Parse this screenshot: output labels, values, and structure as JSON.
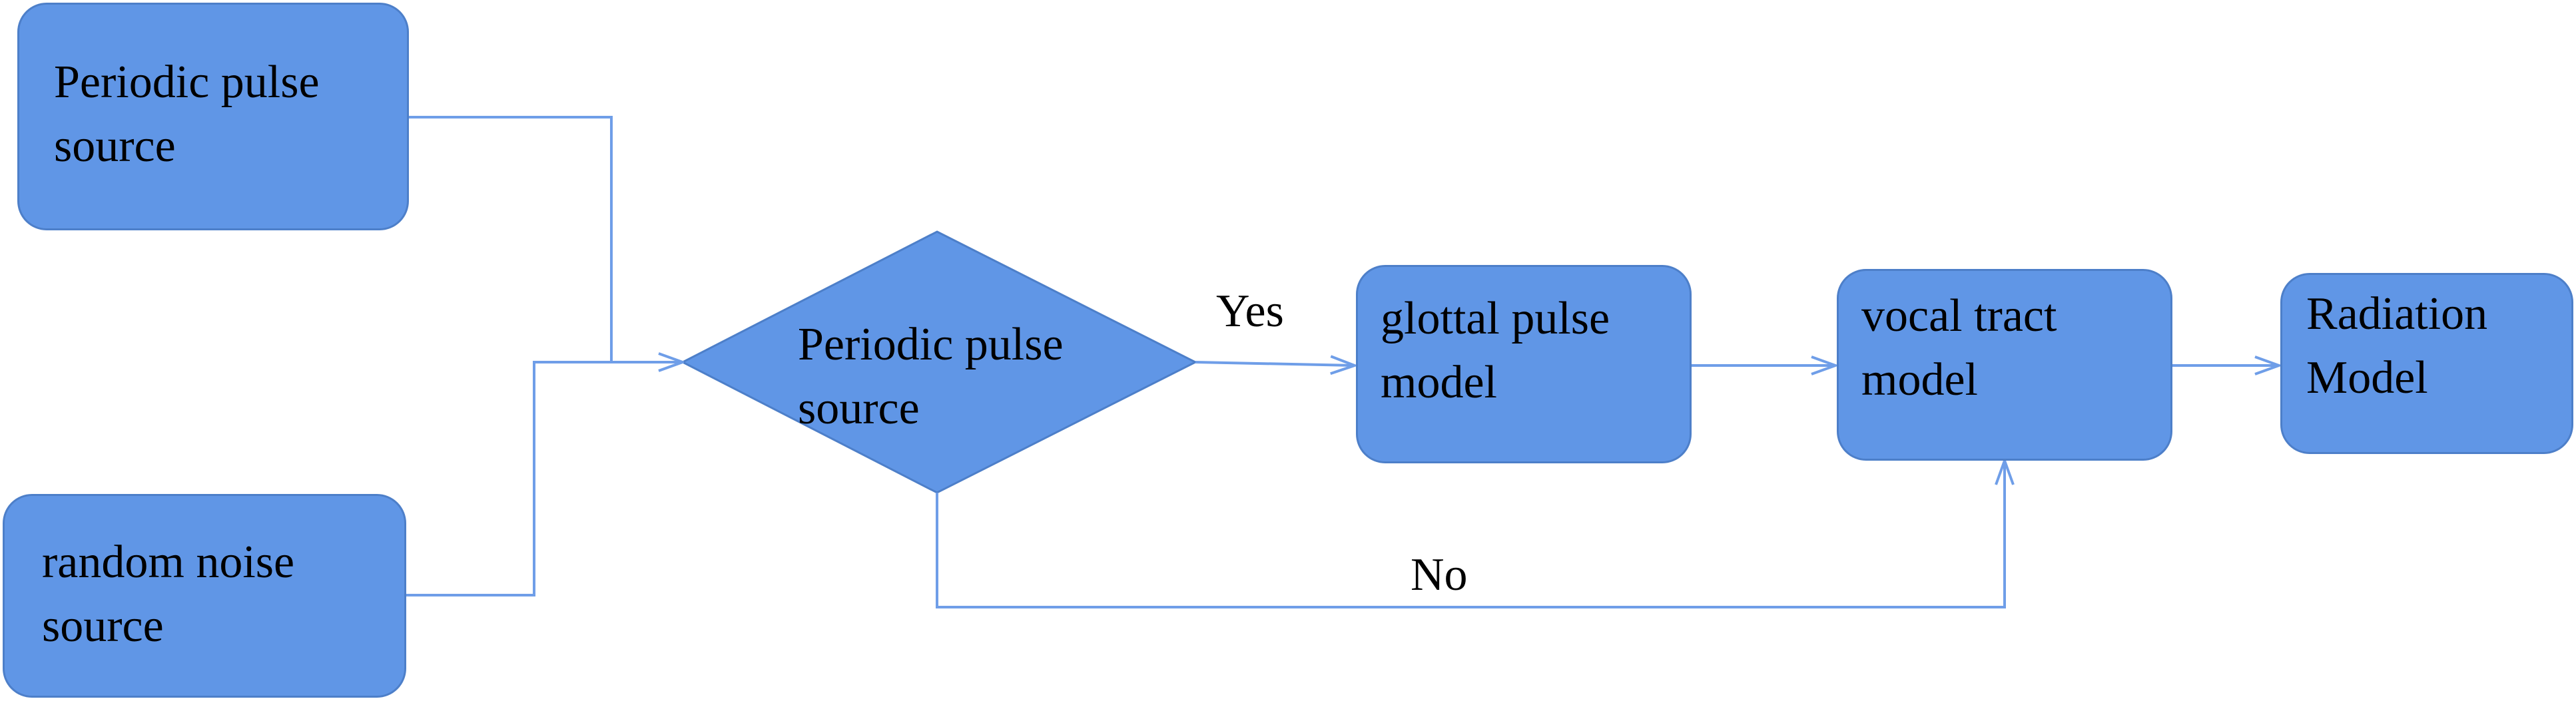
{
  "colors": {
    "node_fill": "#6096e6",
    "node_border": "#4d7fc9",
    "connector": "#6f9ee8",
    "text": "#000000"
  },
  "nodes": {
    "periodic_source": "Periodic pulse\nsource",
    "noise_source": "random noise\nsource",
    "decision": "Periodic pulse\nsource",
    "glottal": "glottal pulse\nmodel",
    "vocal_tract": "vocal tract\nmodel",
    "radiation": "Radiation\nModel"
  },
  "edge_labels": {
    "yes": "Yes",
    "no": "No"
  }
}
